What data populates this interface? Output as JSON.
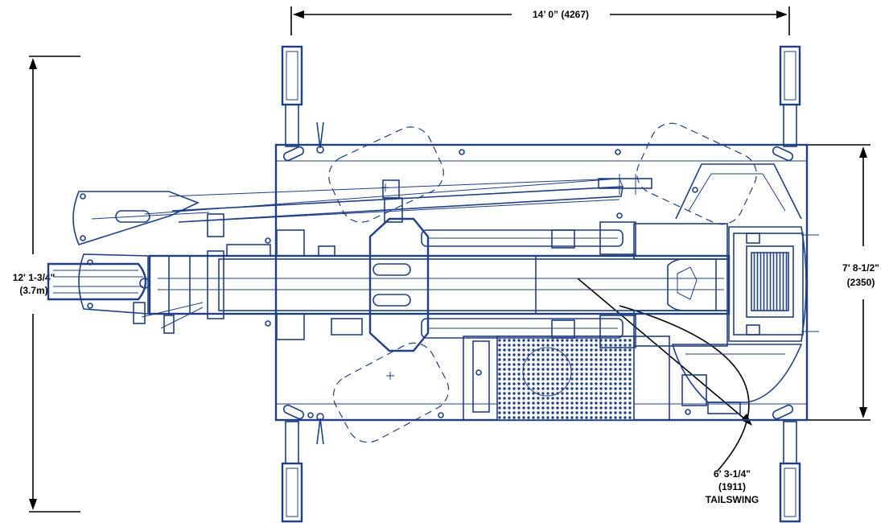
{
  "dimensions": {
    "overall_width": "14’ 0”  (4267)",
    "outrigger_span_ft": "12' 1-3/4\"",
    "outrigger_span_m": "(3.7m)",
    "frame_width_ft": "7' 8-1/2\"",
    "frame_width_mm": "(2350)",
    "tailswing_ft": "6' 3-1/4\"",
    "tailswing_mm": "(1911)",
    "tailswing_label": "TAILSWING"
  },
  "colors": {
    "line": "#1f3f86",
    "dimension": "#000000",
    "background": "#ffffff"
  }
}
